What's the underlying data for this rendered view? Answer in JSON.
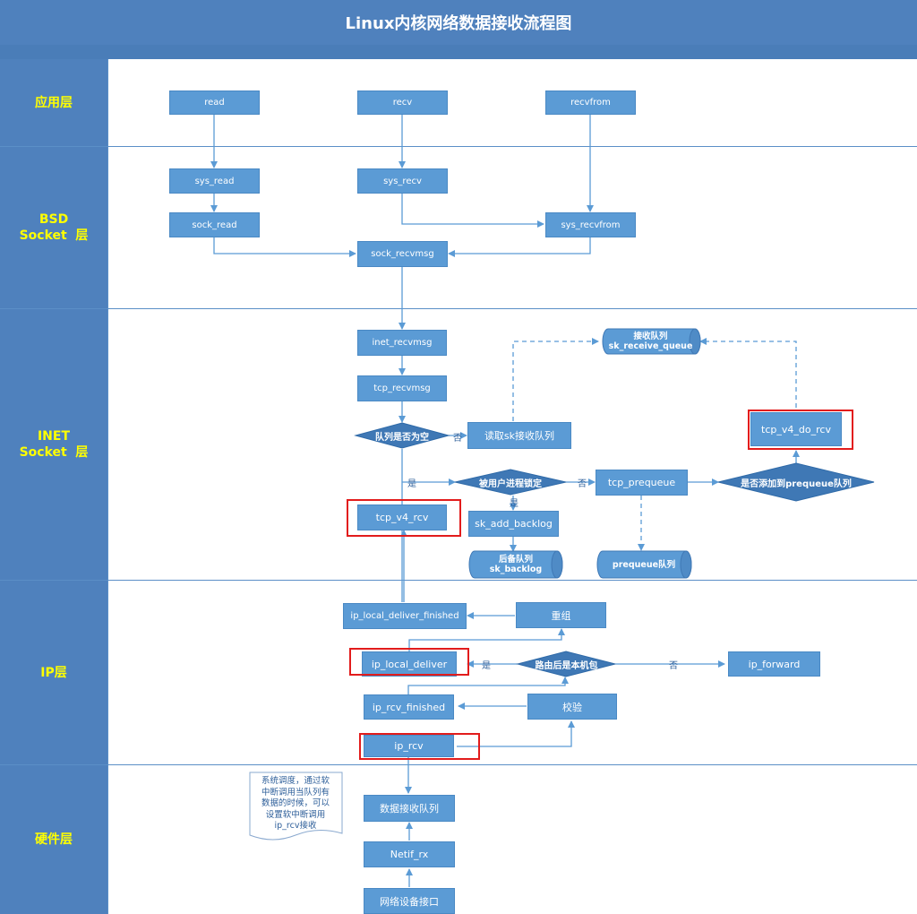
{
  "title": "Linux内核网络数据接收流程图",
  "lanes": {
    "app": "应用层",
    "bsd": "BSD\nSocket  层",
    "inet": "INET\nSocket  层",
    "ip": "IP层",
    "hw": "硬件层"
  },
  "nodes": {
    "read": "read",
    "recv": "recv",
    "recvfrom": "recvfrom",
    "sys_read": "sys_read",
    "sys_recv": "sys_recv",
    "sock_read": "sock_read",
    "sys_recvfrom": "sys_recvfrom",
    "sock_recvmsg": "sock_recvmsg",
    "inet_recvmsg": "inet_recvmsg",
    "tcp_recvmsg": "tcp_recvmsg",
    "queue_empty": "队列是否为空",
    "read_sk_queue": "读取sk接收队列",
    "receive_queue": "接收队列\nsk_receive_queue",
    "tcp_v4_do_rcv": "tcp_v4_do_rcv",
    "user_locked": "被用户进程锁定",
    "tcp_prequeue": "tcp_prequeue",
    "add_prequeue": "是否添加到prequeue队列",
    "tcp_v4_rcv": "tcp_v4_rcv",
    "sk_add_backlog": "sk_add_backlog",
    "backlog_queue": "后备队列\nsk_backlog",
    "prequeue_queue": "prequeue队列",
    "ip_local_deliver_finished": "ip_local_deliver_finished",
    "reassemble": "重组",
    "ip_local_deliver": "ip_local_deliver",
    "is_local": "路由后是本机包",
    "ip_forward": "ip_forward",
    "ip_rcv_finished": "ip_rcv_finished",
    "checksum": "校验",
    "ip_rcv": "ip_rcv",
    "rx_queue": "数据接收队列",
    "netif_rx": "Netif_rx",
    "net_device": "网络设备接口"
  },
  "edge_labels": {
    "no1": "否",
    "yes1": "是",
    "no2": "否",
    "yes2": "是",
    "yes3": "是",
    "no3": "否"
  },
  "note": "系统调度，通过软\n中断调用当队列有\n数据的时候，可以\n设置软中断调用\nip_rcv接收",
  "colors": {
    "header": "#4f81bd",
    "lane_text": "#ffff00",
    "node": "#5b9bd5",
    "diamond": "#3f78b5",
    "highlight": "#e21c1c",
    "edge": "#5b9bd5"
  }
}
